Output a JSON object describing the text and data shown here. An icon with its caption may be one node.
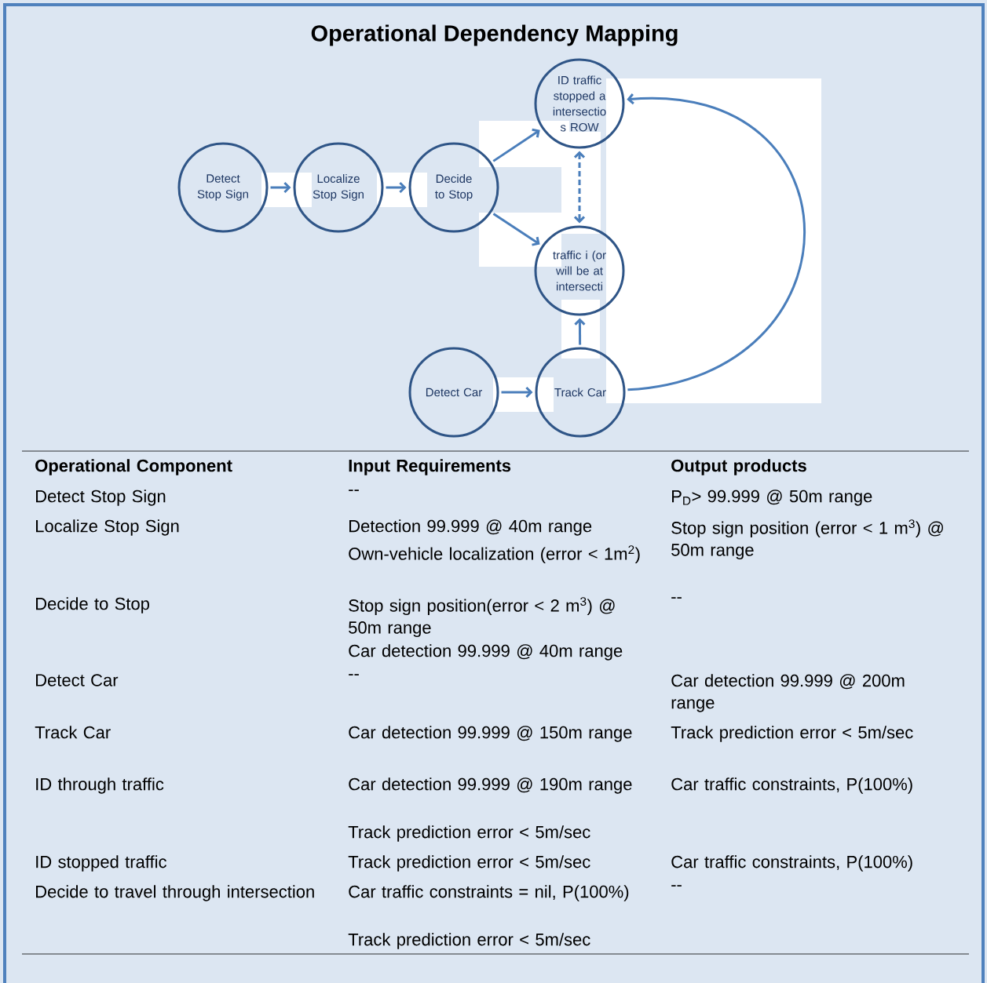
{
  "diagram": {
    "title": "Operational Dependency Mapping",
    "nodes": [
      {
        "text": [
          "Detect Stop Sign"
        ]
      },
      {
        "text": [
          "Localize Stop Sign"
        ]
      },
      {
        "text": [
          "Decide to Stop"
        ]
      },
      {
        "text": [
          "ID traffic stopped a intersectio s ROW"
        ]
      },
      {
        "text": [
          "traffic i (or will be at intersecti"
        ]
      },
      {
        "text": [
          "Detect Car"
        ]
      },
      {
        "text": [
          "Track Car"
        ]
      }
    ],
    "edges": [
      {
        "from": 0,
        "to": 1,
        "arrow": "to"
      },
      {
        "from": 1,
        "to": 2,
        "arrow": "to"
      },
      {
        "from": 2,
        "to": 3,
        "arrow": "to"
      },
      {
        "from": 2,
        "to": 4,
        "arrow": "to"
      },
      {
        "from": 3,
        "to": 4,
        "arrow": "both",
        "style": "dashed"
      },
      {
        "from": 5,
        "to": 6,
        "arrow": "to"
      },
      {
        "from": 6,
        "to": 4,
        "arrow": "to"
      },
      {
        "from": 6,
        "to": 3,
        "arrow": "to"
      }
    ],
    "labels": [
      "Operational Component",
      "Input Requirements",
      "Output products",
      "Detect Stop Sign",
      "--",
      "P$_{D}$> 99.999 @ 50m range",
      "Localize Stop Sign",
      "Detection 99.999 @ 40m range",
      "Own-vehicle localization (error < 1m$^{2}$)",
      "Stop sign position (error < 1 m$^{3}$) @ 50m range",
      "Decide to Stop",
      "Stop sign position(error < 2 m$^{3}$) @ 50m range",
      "Car detection 99.999 @ 40m range",
      "--",
      "Detect Car",
      "--",
      "Car detection 99.999 @ 200m range",
      "Track Car",
      "Car detection 99.999 @ 150m range",
      "Track prediction error < 5m/sec",
      "ID through traffic",
      "Car detection 99.999 @ 190m range",
      "Track prediction error < 5m/sec",
      "Car traffic constraints, P(100%)",
      "ID stopped traffic",
      "Track prediction error < 5m/sec",
      "Car traffic constraints, P(100%)",
      "Decide to travel through intersection",
      "Car traffic constraints = nil, P(100%)",
      "Track prediction error < 5m/sec",
      "--"
    ]
  }
}
